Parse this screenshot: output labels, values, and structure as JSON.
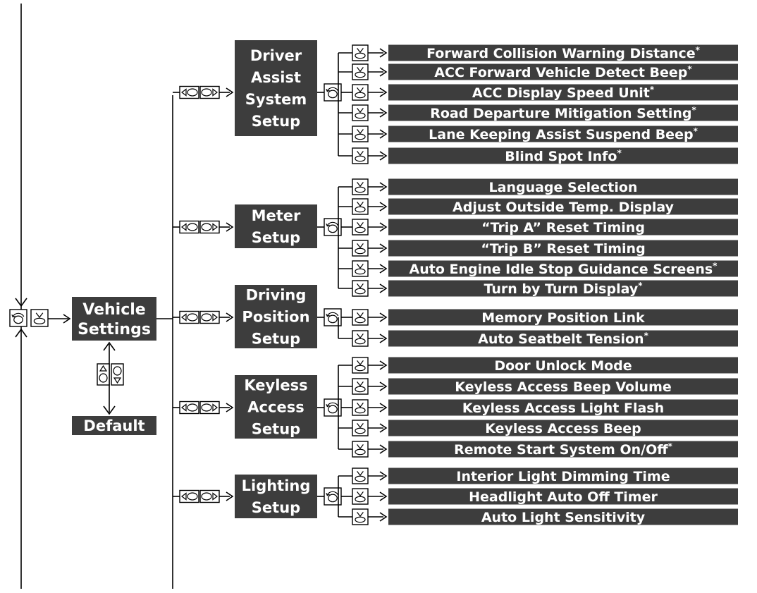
{
  "root": {
    "label": [
      "Vehicle",
      "Settings"
    ],
    "default_label": "Default"
  },
  "groups": [
    {
      "label": [
        "Driver",
        "Assist",
        "System",
        "Setup"
      ],
      "items": [
        {
          "text": "Forward Collision Warning Distance",
          "asterisk": true
        },
        {
          "text": "ACC Forward Vehicle Detect Beep",
          "asterisk": true
        },
        {
          "text": "ACC Display Speed Unit",
          "asterisk": true
        },
        {
          "text": "Road Departure Mitigation Setting",
          "asterisk": true
        },
        {
          "text": "Lane Keeping Assist Suspend Beep",
          "asterisk": true
        },
        {
          "text": "Blind Spot Info",
          "asterisk": true
        }
      ]
    },
    {
      "label": [
        "Meter",
        "Setup"
      ],
      "items": [
        {
          "text": "Language Selection",
          "asterisk": false
        },
        {
          "text": "Adjust Outside Temp. Display",
          "asterisk": false
        },
        {
          "text": "“Trip A” Reset Timing",
          "asterisk": false
        },
        {
          "text": "“Trip B” Reset Timing",
          "asterisk": false
        },
        {
          "text": "Auto Engine Idle Stop Guidance Screens",
          "asterisk": true
        },
        {
          "text": "Turn by Turn Display",
          "asterisk": true
        }
      ]
    },
    {
      "label": [
        "Driving",
        "Position",
        "Setup"
      ],
      "items": [
        {
          "text": "Memory Position Link",
          "asterisk": false
        },
        {
          "text": "Auto Seatbelt Tension",
          "asterisk": true
        }
      ]
    },
    {
      "label": [
        "Keyless",
        "Access",
        "Setup"
      ],
      "items": [
        {
          "text": "Door Unlock Mode",
          "asterisk": false
        },
        {
          "text": "Keyless Access Beep Volume",
          "asterisk": false
        },
        {
          "text": "Keyless Access Light Flash",
          "asterisk": false
        },
        {
          "text": "Keyless Access Beep",
          "asterisk": false
        },
        {
          "text": "Remote Start System On/Off",
          "asterisk": true
        }
      ]
    },
    {
      "label": [
        "Lighting",
        "Setup"
      ],
      "items": [
        {
          "text": "Interior Light Dimming Time",
          "asterisk": false
        },
        {
          "text": "Headlight Auto Off Timer",
          "asterisk": false
        },
        {
          "text": "Auto Light Sensitivity",
          "asterisk": false
        }
      ]
    }
  ],
  "colors": {
    "box_fill": "#3d3d3d",
    "box_text": "#ffffff",
    "line": "#000000"
  },
  "icons": {
    "back": "rotate-back-icon",
    "enter": "press-enter-icon",
    "scroll_lr": "scroll-left-right-icon",
    "scroll_ud": "scroll-up-down-icon"
  }
}
